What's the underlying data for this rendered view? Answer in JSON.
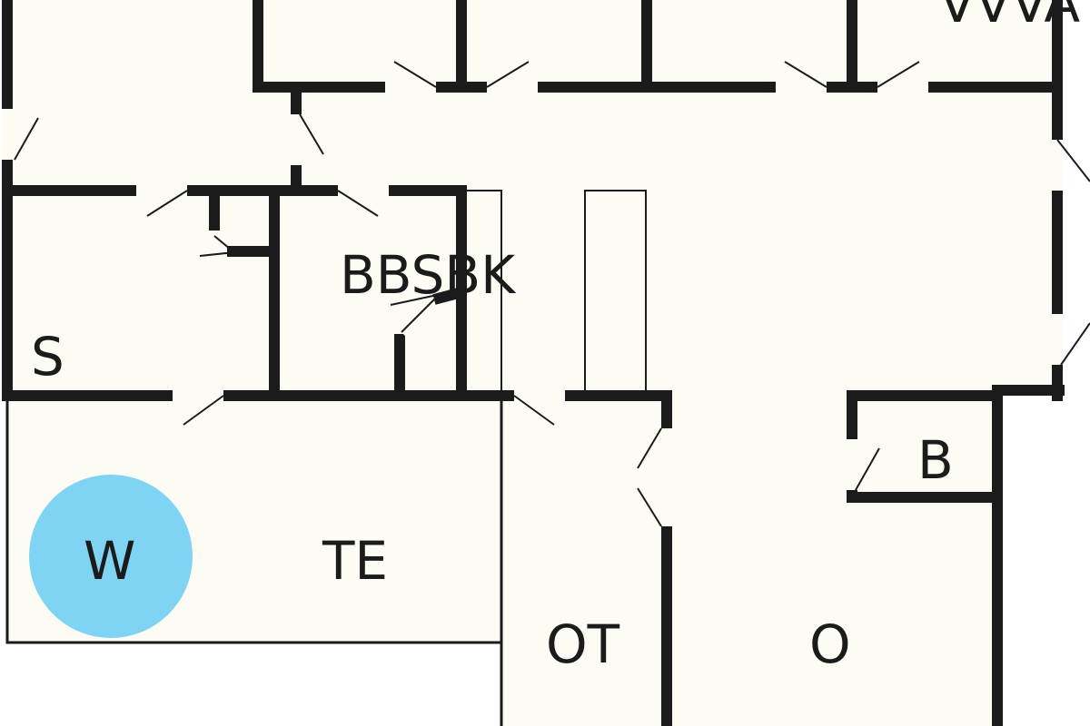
{
  "rooms": {
    "s": "S",
    "bbsbk": "BBSBK",
    "te": "TE",
    "w": "W",
    "ot": "OT",
    "o": "O",
    "b": "B",
    "top_right_partial": "VVVA"
  },
  "colors": {
    "floor": "#fcfcf4",
    "wall": "#1b1b1b",
    "pool": "#7fd3f3"
  }
}
